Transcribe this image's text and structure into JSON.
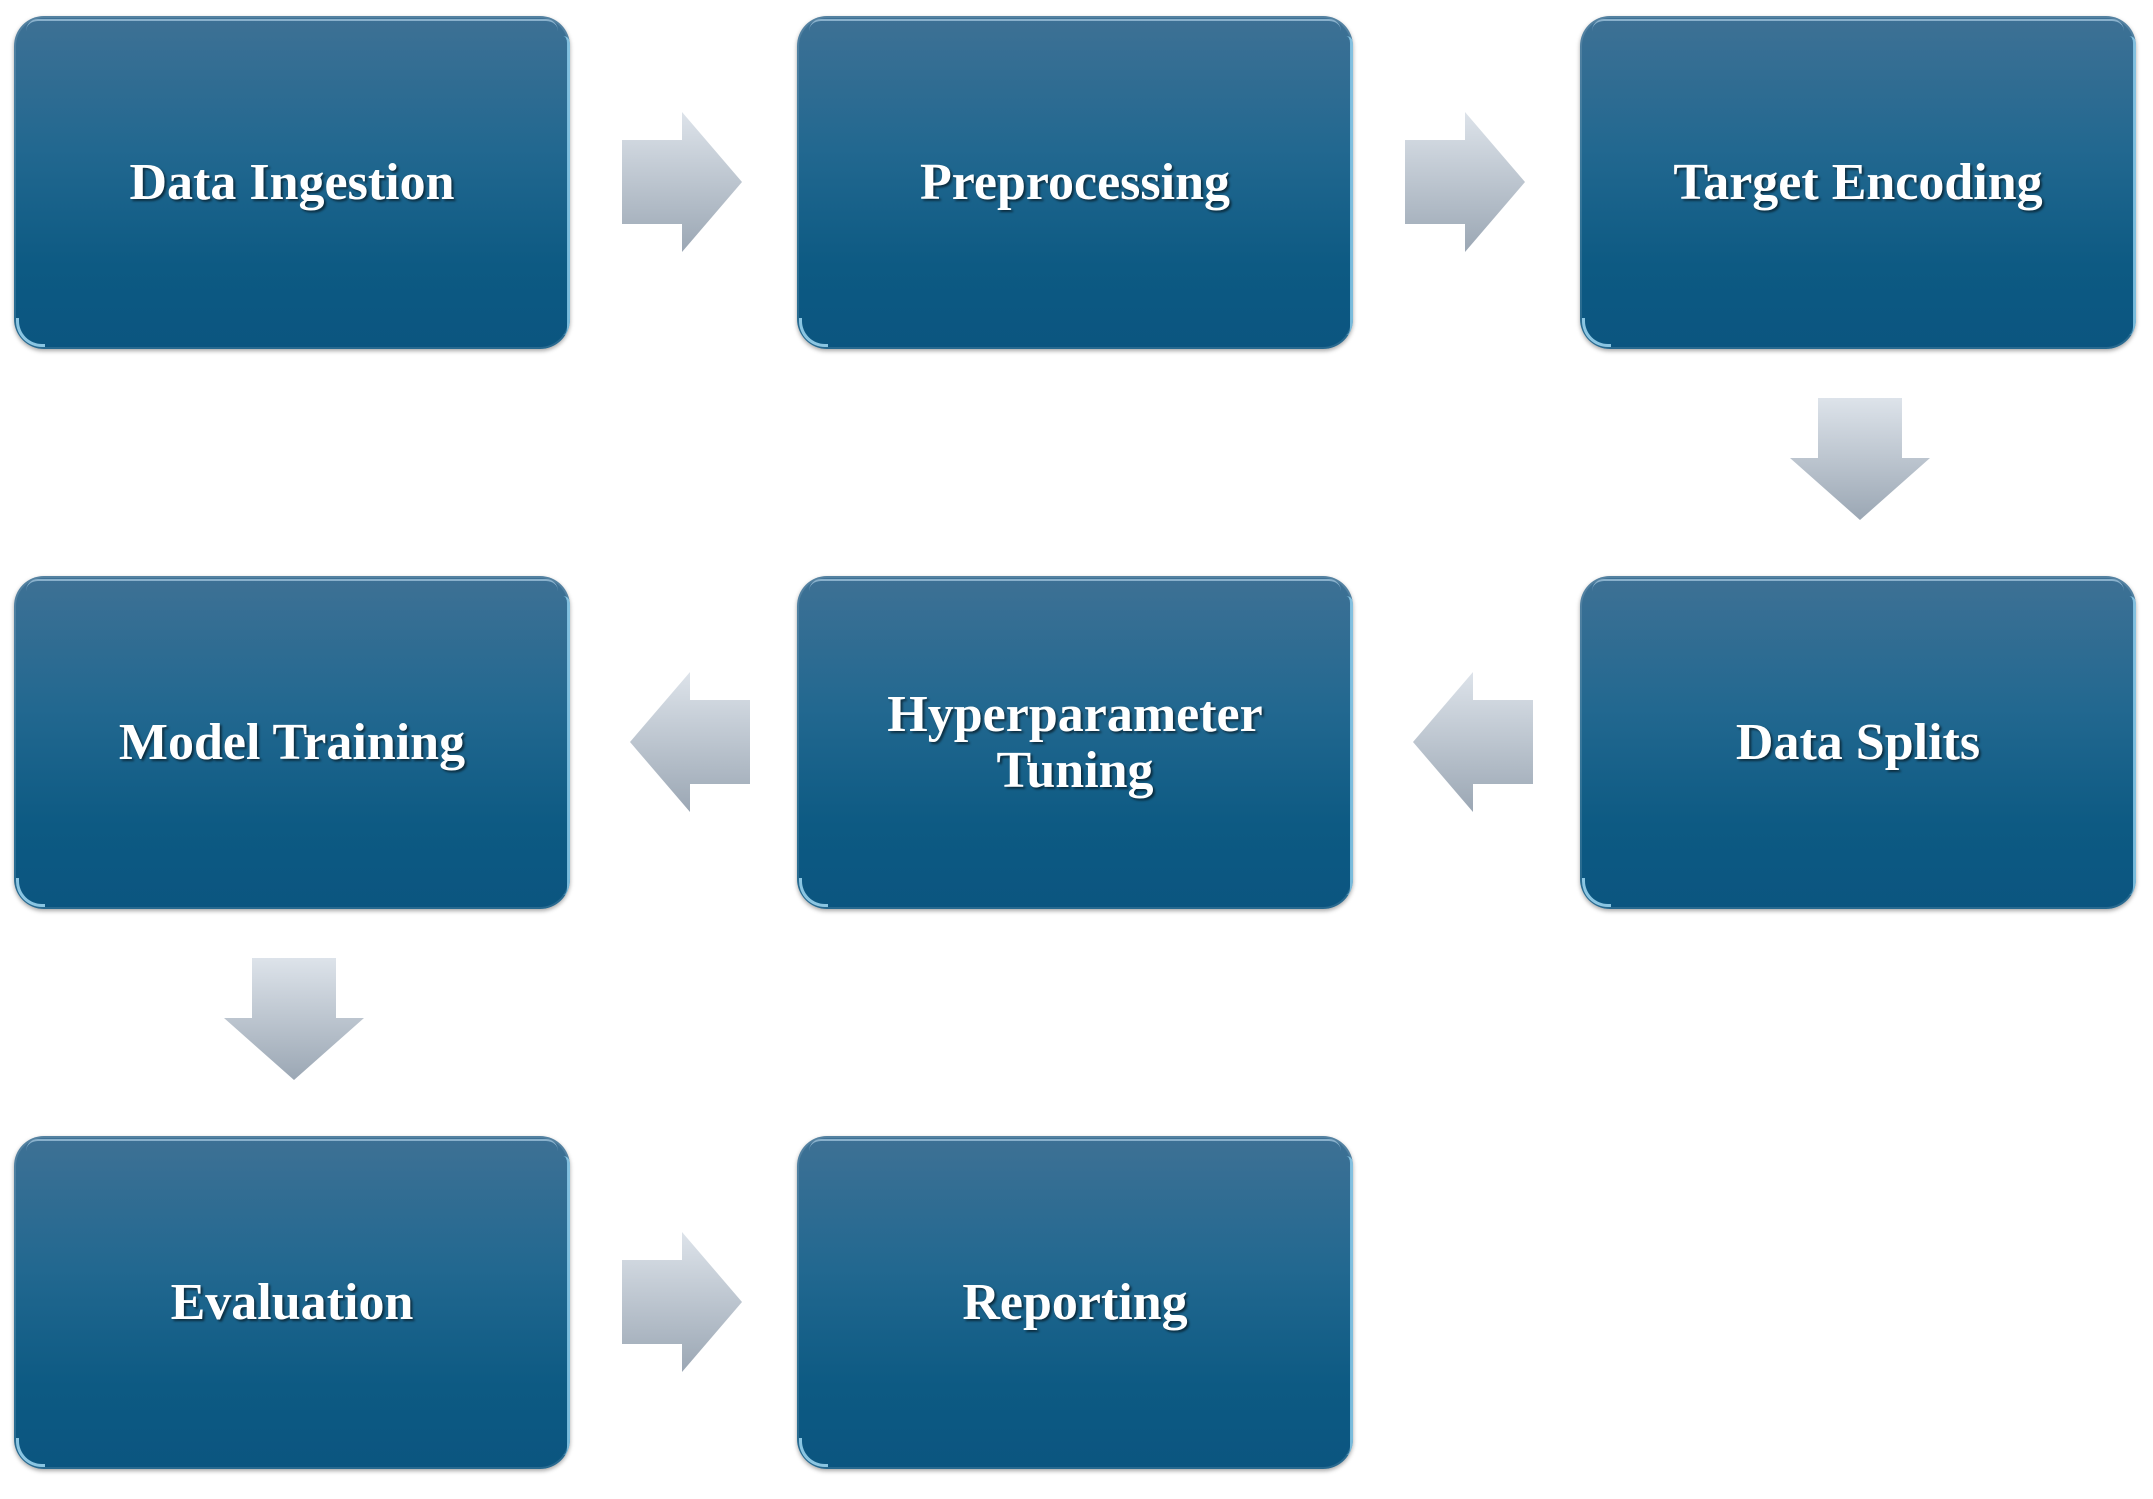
{
  "diagram": {
    "steps": [
      {
        "id": "data-ingestion",
        "label": "Data Ingestion"
      },
      {
        "id": "preprocessing",
        "label": "Preprocessing"
      },
      {
        "id": "target-encoding",
        "label": "Target Encoding"
      },
      {
        "id": "data-splits",
        "label": "Data Splits"
      },
      {
        "id": "hyperparameter-tuning",
        "label": "Hyperparameter\nTuning"
      },
      {
        "id": "model-training",
        "label": "Model Training"
      },
      {
        "id": "evaluation",
        "label": "Evaluation"
      },
      {
        "id": "reporting",
        "label": "Reporting"
      }
    ],
    "flow": [
      {
        "from": "data-ingestion",
        "to": "preprocessing",
        "direction": "right"
      },
      {
        "from": "preprocessing",
        "to": "target-encoding",
        "direction": "right"
      },
      {
        "from": "target-encoding",
        "to": "data-splits",
        "direction": "down"
      },
      {
        "from": "data-splits",
        "to": "hyperparameter-tuning",
        "direction": "left"
      },
      {
        "from": "hyperparameter-tuning",
        "to": "model-training",
        "direction": "left"
      },
      {
        "from": "model-training",
        "to": "evaluation",
        "direction": "down"
      },
      {
        "from": "evaluation",
        "to": "reporting",
        "direction": "right"
      }
    ],
    "colors": {
      "box_top": "#3e7195",
      "box_bottom": "#0b5580",
      "arrow_light": "#d3dae2",
      "arrow_dark": "#9aa6b3",
      "text": "#ffffff"
    }
  }
}
